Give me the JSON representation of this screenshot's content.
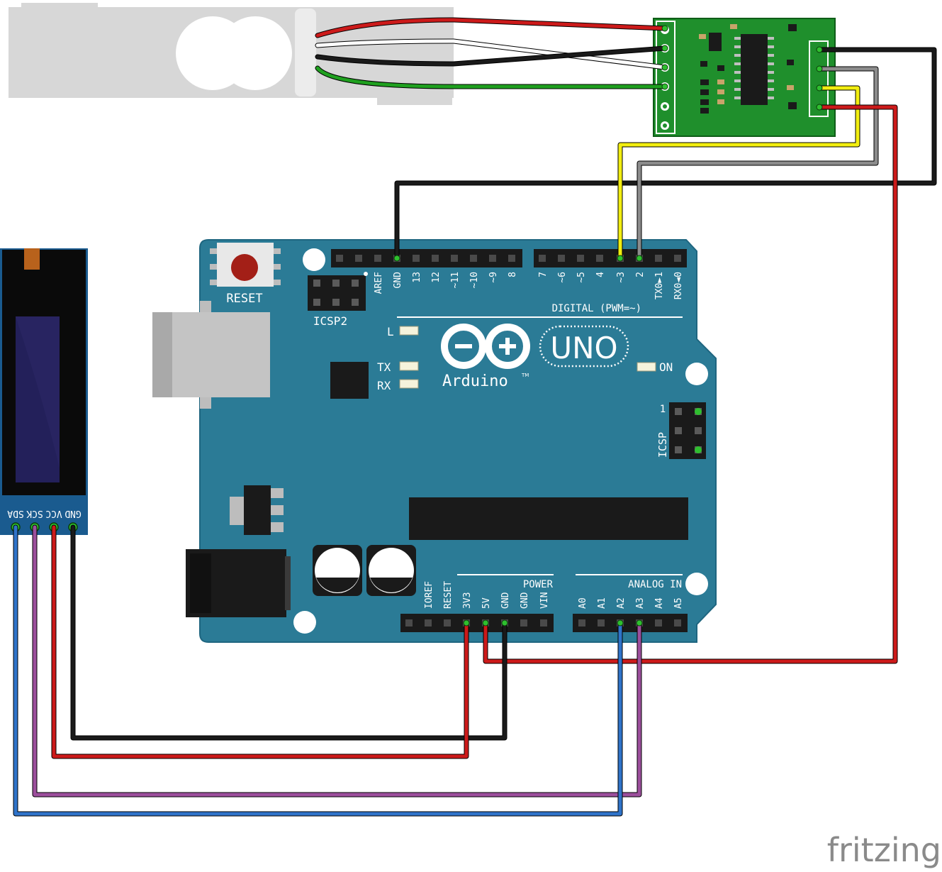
{
  "brand": {
    "text": "fritzing"
  },
  "arduino": {
    "reset_label": "RESET",
    "icsp2_label": "ICSP2",
    "icsp_label": "ICSP",
    "icsp_pin1": "1",
    "digital_label": "DIGITAL (PWM=~)",
    "power_label": "POWER",
    "analog_label": "ANALOG IN",
    "logo_model": "UNO",
    "logo_brand": "Arduino",
    "logo_tm": "TM",
    "led_l": "L",
    "led_tx": "TX",
    "led_rx": "RX",
    "led_on": "ON",
    "digital_pins": [
      "AREF",
      "GND",
      "13",
      "12",
      "~11",
      "~10",
      "~9",
      "8",
      "7",
      "~6",
      "~5",
      "4",
      "~3",
      "2",
      "TX0►1",
      "RX0◄0"
    ],
    "power_pins": [
      "IOREF",
      "RESET",
      "3V3",
      "5V",
      "GND",
      "GND",
      "VIN"
    ],
    "analog_pins": [
      "A0",
      "A1",
      "A2",
      "A3",
      "A4",
      "A5"
    ]
  },
  "oled": {
    "pins": [
      "SDA",
      "SCK",
      "VCC",
      "GND"
    ]
  },
  "colors": {
    "board": "#2b7b96",
    "hx711": "#1f8f2c",
    "red": "#cc1a1a",
    "black": "#1a1a1a",
    "white": "#ffffff",
    "green": "#1fa01f",
    "yellow": "#f2ee10",
    "gray": "#8c8c8c",
    "blue": "#2f73c9",
    "purple": "#9c4f9c"
  }
}
